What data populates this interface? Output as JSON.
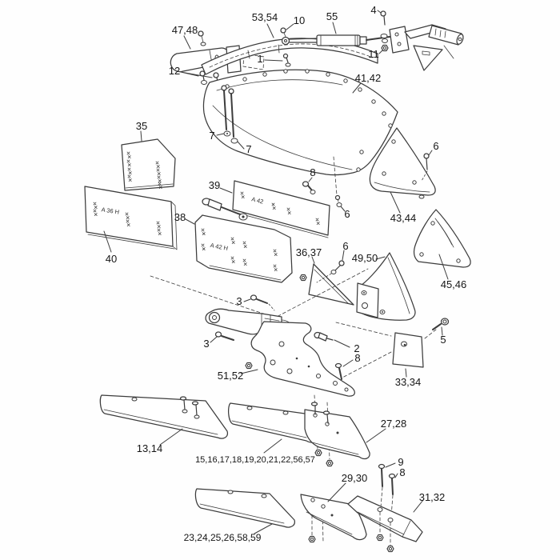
{
  "diagram": {
    "type": "exploded-parts-diagram",
    "subject": "plough-body-assembly",
    "colors": {
      "paper": "#fefefe",
      "ink": "#3c3c3c",
      "label_text": "#161616"
    },
    "labels": {
      "handle": "47,48",
      "handle_bolts": "12",
      "beam": "53,54",
      "beam_bolt": "10",
      "turnbuckle": "55",
      "hinge_bolt": "4",
      "hinge_nut": "11",
      "beam_pin": "1",
      "moldboard": "41,42",
      "plate_35": "35",
      "bolt_7_left": "7",
      "bolt_7_right": "7",
      "plate_39": "39",
      "plate_38": "38",
      "plate_40": "40",
      "bolt_8_moldboard": "8",
      "bolt_6_moldboard": "6",
      "bolt_6_fin": "6",
      "fin": "43,44",
      "wing": "45,46",
      "brace": "36,37",
      "bolt_6_brace": "6",
      "shin": "49,50",
      "bolt_5": "5",
      "landside_plate": "33,34",
      "bolt_2": "2",
      "bolt_8_frog": "8",
      "bolt_3_upper": "3",
      "bolt_3_lower": "3",
      "frog": "51,52",
      "share_13_14": "13,14",
      "share_main": "15,16,17,18,19,20,21,22,56,57",
      "share_27_28": "27,28",
      "share_29_30": "29,30",
      "bolt_9_point": "9",
      "bolt_8_point": "8",
      "point_31_32": "31,32",
      "share_bottom": "23,24,25,26,58,59"
    },
    "plate_markings": {
      "plate_40": "A 36 H",
      "plate_39": "A 42",
      "plate_38": "A 42 H"
    }
  }
}
